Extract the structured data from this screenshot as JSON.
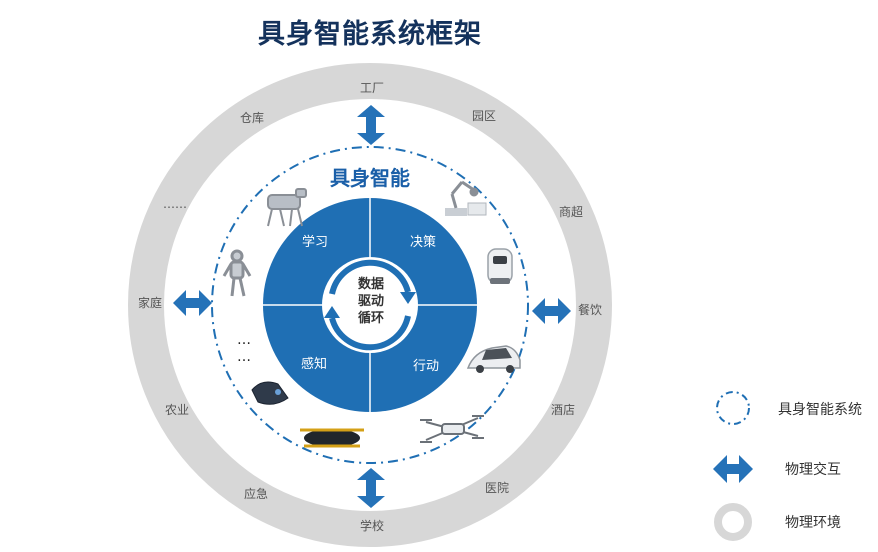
{
  "title": "具身智能系统框架",
  "colors": {
    "ring": "#d7d7d7",
    "core": "#1f6fb4",
    "arrow": "#2572b8",
    "dashed": "#1f6fb4",
    "title": "#14325c",
    "inner_title": "#1a5fa8"
  },
  "outer_ring": {
    "labels": [
      "工厂",
      "园区",
      "商超",
      "餐饮",
      "酒店",
      "医院",
      "学校",
      "应急",
      "农业",
      "家庭",
      "……",
      "仓库"
    ]
  },
  "embodied": {
    "title": "具身智能",
    "quadrants": [
      "学习",
      "决策",
      "感知",
      "行动"
    ],
    "center": [
      "数据",
      "驱动",
      "循环"
    ],
    "ellipsis": "…\n…"
  },
  "robots": [
    "robot-dog-icon",
    "robot-arm-icon",
    "service-robot-icon",
    "autonomous-car-icon",
    "agri-drone-icon",
    "flying-car-icon",
    "underwater-robot-icon",
    "humanoid-robot-icon"
  ],
  "legend": [
    {
      "label": "具身智能系统",
      "icon": "dashed-circle-icon"
    },
    {
      "label": "物理交互",
      "icon": "double-arrow-icon"
    },
    {
      "label": "物理环境",
      "icon": "ring-icon"
    }
  ]
}
